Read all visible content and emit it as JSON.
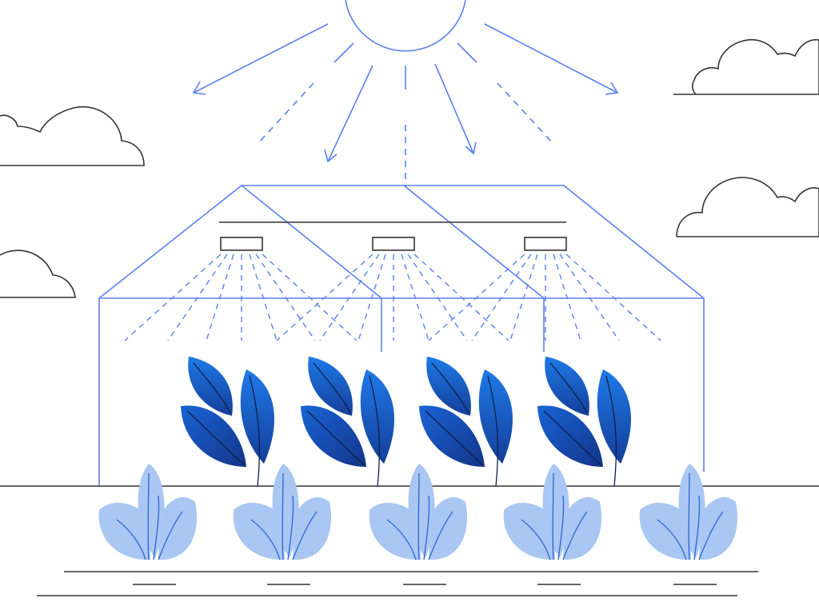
{
  "illustration": {
    "subject": "greenhouse-with-grow-lights",
    "elements": {
      "sun": "sun-icon",
      "clouds": "cloud-icon",
      "greenhouse": "greenhouse-icon",
      "grow_lights": "grow-light-icon",
      "indoor_plants": "dark-blue-leaf-plant-icon",
      "outdoor_plants": "light-blue-seedling-icon"
    },
    "colors": {
      "background": "#ffffff",
      "line_blue": "#5b7ff0",
      "line_dark": "#333333",
      "leaf_light": "#1e78e6",
      "leaf_dark": "#143c96",
      "seedling": "#a9c7f2",
      "seedling_vein": "#3569d8"
    },
    "counts": {
      "grow_lights": 3,
      "indoor_plants": 4,
      "outdoor_plants": 5,
      "clouds": 4
    }
  }
}
